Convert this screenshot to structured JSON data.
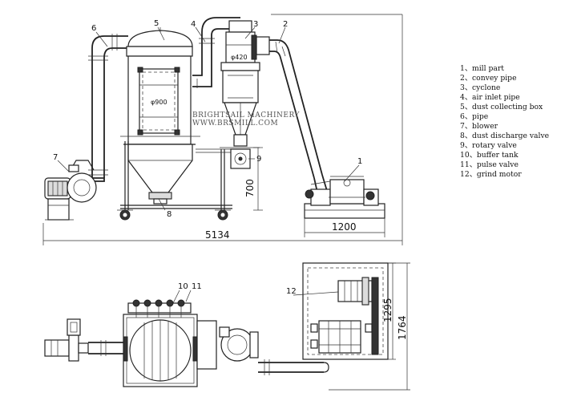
{
  "watermark": {
    "line1": "BRIGHTSAIL MACHINERY",
    "line2": "WWW.BRSMILL.COM"
  },
  "legend": [
    "1、mill part",
    "2、convey pipe",
    "3、cyclone",
    "4、air inlet pipe",
    "5、dust collecting box",
    "6、pipe",
    "7、blower",
    "8、dust discharge valve",
    "9、rotary valve",
    "10、buffer tank",
    "11、pulse valve",
    "12、grind motor"
  ],
  "callouts": {
    "c1": "1",
    "c2": "2",
    "c3": "3",
    "c4": "4",
    "c5": "5",
    "c6": "6",
    "c7": "7",
    "c8": "8",
    "c9": "9",
    "c10": "10",
    "c11": "11",
    "c12": "12"
  },
  "dimensions": {
    "dust_box_diameter": "φ900",
    "cyclone_diameter": "φ420",
    "frame_height": "700",
    "mill_width": "1200",
    "total_length": "5134",
    "mill_depth": "1295",
    "total_depth": "1764"
  }
}
